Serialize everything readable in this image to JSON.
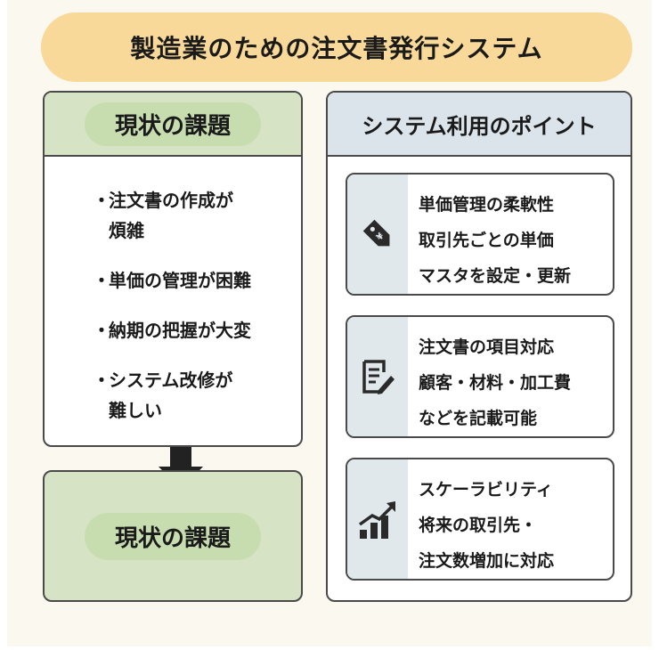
{
  "title": "製造業のための注文書発行システム",
  "left": {
    "header": "現状の課題",
    "issues": [
      {
        "bullet": "・",
        "line1": "注文書の作成が",
        "line2": "煩雑"
      },
      {
        "bullet": "・",
        "line1": "単価の管理が困難",
        "line2": ""
      },
      {
        "bullet": "・",
        "line1": "納期の把握が大変",
        "line2": ""
      },
      {
        "bullet": "・",
        "line1": "システム改修が",
        "line2": "難しい"
      }
    ],
    "bottom_label": "現状の課題"
  },
  "right": {
    "header": "システム利用のポイント",
    "cards": [
      {
        "icon": "price-tag-icon",
        "lines": [
          "単価管理の柔軟性",
          "取引先ごとの単価",
          "マスタを設定・更新"
        ]
      },
      {
        "icon": "document-edit-icon",
        "lines": [
          "注文書の項目対応",
          "顧客・材料・加工費",
          "などを記載可能"
        ]
      },
      {
        "icon": "growth-chart-icon",
        "lines": [
          "スケーラビリティ",
          "将来の取引先・",
          "注文数増加に対応"
        ]
      }
    ]
  },
  "colors": {
    "title_banner": "#f8d99a",
    "left_header": "#d6e3c4",
    "right_header": "#dbe4ea",
    "icon_column": "#e1e8ec",
    "page_background": "#fbf8ef"
  }
}
